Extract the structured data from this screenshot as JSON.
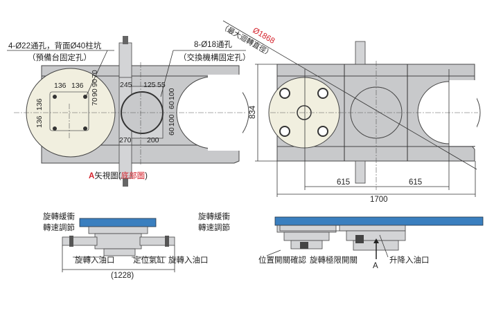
{
  "top_left_view": {
    "callout_left_line1": "4-Ø22通孔，背面Ø40柱坑",
    "callout_left_line2": "（預備台固定孔）",
    "callout_right_line1": "8-Ø18通孔",
    "callout_right_line2": "（交換機構固定孔）",
    "dims": {
      "d136a": "136",
      "d136b": "136",
      "d136c": "136",
      "d136d": "136",
      "d245": "245",
      "d125": "125",
      "d55": "55",
      "d270": "270",
      "d200": "200",
      "d70a": "70",
      "d90a": "90",
      "d90b": "90",
      "d70b": "70",
      "d60a": "60",
      "d100a": "100",
      "d100b": "100",
      "d60b": "60"
    },
    "caption_a": "A",
    "caption_mid": "矢視圖(",
    "caption_red": "底部圖",
    "caption_end": ")"
  },
  "top_right_view": {
    "diameter": "Ø1868",
    "diameter_label": "（最大迴轉直徑）",
    "height_dim": "834",
    "dim_615_left": "615",
    "dim_615_right": "615",
    "width_dim": "1700"
  },
  "bottom_left_view": {
    "label_left_1": "旋轉緩衝",
    "label_left_2": "轉速調節",
    "label_right_1": "旋轉緩衝",
    "label_right_2": "轉速調節",
    "label_inlet_left": "旋轉入油口",
    "label_cylinder": "定位氣缸",
    "label_inlet_right": "旋轉入油口",
    "overall_dim": "(1228)"
  },
  "bottom_right_view": {
    "label_position_switch": "位置開關確認",
    "label_limit_switch": "旋轉極限開關",
    "label_lift_inlet": "升降入油口",
    "arrow_label": "A"
  },
  "colors": {
    "accent_red": "#d4202a",
    "table_blue": "#3a7fbf",
    "plate_gray": "#c8c9cb",
    "cream": "#f1efdf"
  }
}
